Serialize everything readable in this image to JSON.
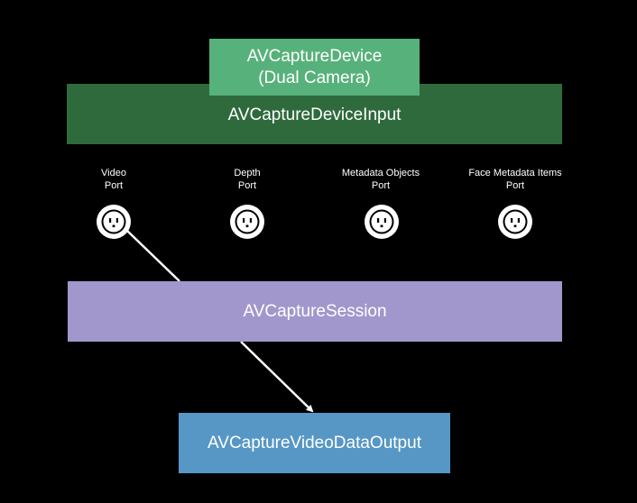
{
  "device": {
    "line1": "AVCaptureDevice",
    "line2": "(Dual Camera)",
    "color": "#57b17a"
  },
  "device_input": {
    "label": "AVCaptureDeviceInput",
    "color": "#2f6a3d"
  },
  "ports": [
    {
      "line1": "Video",
      "line2": "Port",
      "icon": "outlet-icon"
    },
    {
      "line1": "Depth",
      "line2": "Port",
      "icon": "outlet-icon"
    },
    {
      "line1": "Metadata Objects",
      "line2": "Port",
      "icon": "outlet-icon"
    },
    {
      "line1": "Face Metadata Items",
      "line2": "Port",
      "icon": "outlet-icon"
    }
  ],
  "session": {
    "label": "AVCaptureSession",
    "color": "#a197cc"
  },
  "output": {
    "label": "AVCaptureVideoDataOutput",
    "color": "#5697c6"
  },
  "connections": [
    {
      "from": "Video Port",
      "to": "AVCaptureSession"
    },
    {
      "from": "AVCaptureSession",
      "to": "AVCaptureVideoDataOutput"
    }
  ]
}
